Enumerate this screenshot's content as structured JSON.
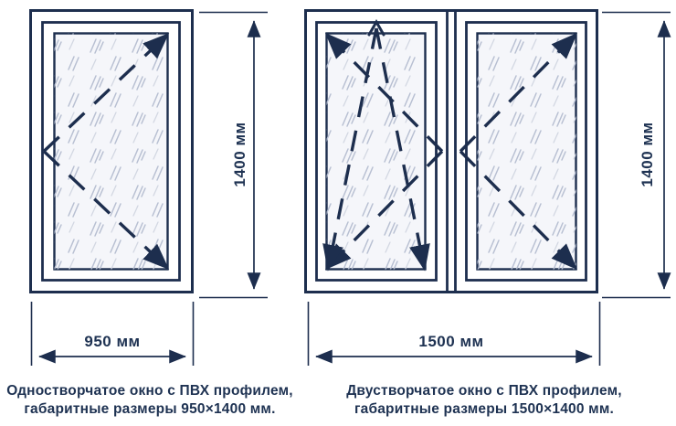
{
  "colors": {
    "line": "#1d2e4e",
    "text": "#1e3252",
    "glass_fill": "#f5f6fa",
    "glass_hatch": "#b8c0d2",
    "background": "#ffffff"
  },
  "single_window": {
    "height_label": "1400 мм",
    "width_label": "950 мм",
    "caption_line1": "Одностворчатое окно с ПВХ профилем,",
    "caption_line2": "габаритные размеры 950×1400 мм.",
    "opening_symbol": "turn-opening-dashed-right-hinge"
  },
  "double_window": {
    "height_label": "1400 мм",
    "width_label": "1500 мм",
    "caption_line1": "Двустворчатое окно с ПВХ профилем,",
    "caption_line2": "габаритные размеры 1500×1400 мм.",
    "left_sash_symbol": "tilt-and-turn-opening-dashed",
    "right_sash_symbol": "turn-opening-dashed-right-hinge"
  }
}
